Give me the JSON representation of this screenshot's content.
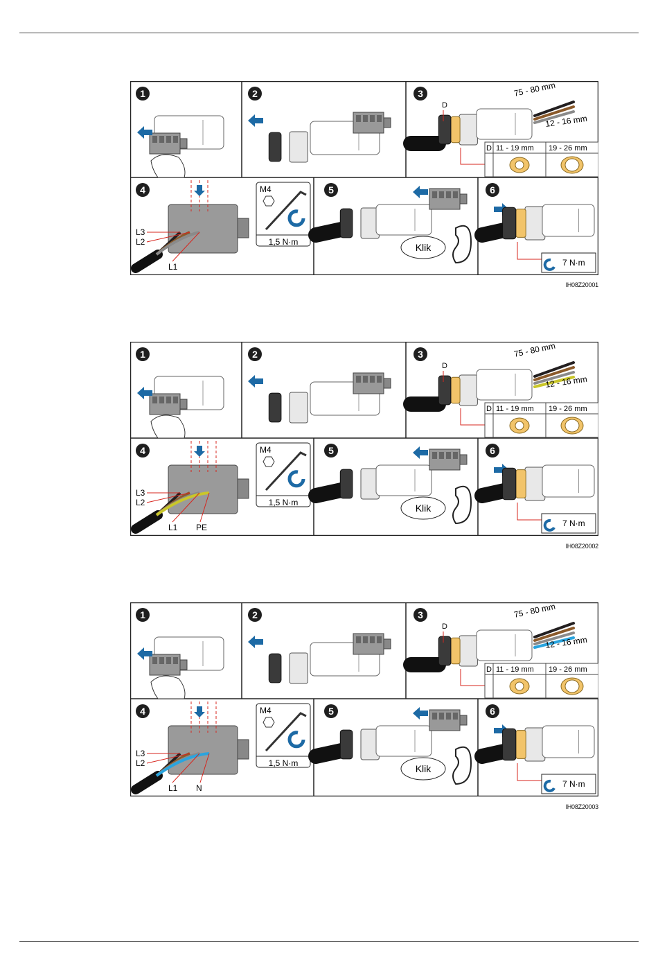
{
  "figures": [
    {
      "id": "IH08Z20001",
      "variant": "3-wire",
      "wire_colors": [
        "#231f20",
        "#8b5a2b",
        "#8a8a8a"
      ],
      "step_numbers": [
        "1",
        "2",
        "3",
        "4",
        "5",
        "6"
      ],
      "step3": {
        "d_label": "D",
        "strip_length": "75 - 80 mm",
        "wire_strip": "12 - 16 mm",
        "table_header_d": "D",
        "table_range_small": "11 - 19 mm",
        "table_range_large": "19 - 26 mm"
      },
      "step4": {
        "wire_labels": [
          "L3",
          "L2",
          "L1"
        ],
        "tool": "M4",
        "torque": "1,5 N·m"
      },
      "step5": {
        "sound": "Klik"
      },
      "step6": {
        "torque": "7 N·m"
      }
    },
    {
      "id": "IH08Z20002",
      "variant": "4-wire-pe",
      "wire_colors": [
        "#231f20",
        "#8b5a2b",
        "#8a8a8a",
        "#c9c62a"
      ],
      "step_numbers": [
        "1",
        "2",
        "3",
        "4",
        "5",
        "6"
      ],
      "step3": {
        "d_label": "D",
        "strip_length": "75 - 80 mm",
        "wire_strip": "12 - 16 mm",
        "table_header_d": "D",
        "table_range_small": "11 - 19 mm",
        "table_range_large": "19 - 26 mm"
      },
      "step4": {
        "wire_labels": [
          "L3",
          "L2",
          "L1",
          "PE"
        ],
        "tool": "M4",
        "torque": "1,5 N·m"
      },
      "step5": {
        "sound": "Klik"
      },
      "step6": {
        "torque": "7 N·m"
      }
    },
    {
      "id": "IH08Z20003",
      "variant": "4-wire-n",
      "wire_colors": [
        "#231f20",
        "#8b5a2b",
        "#8a8a8a",
        "#2aa4de"
      ],
      "step_numbers": [
        "1",
        "2",
        "3",
        "4",
        "5",
        "6"
      ],
      "step3": {
        "d_label": "D",
        "strip_length": "75 - 80 mm",
        "wire_strip": "12 - 16 mm",
        "table_header_d": "D",
        "table_range_small": "11 - 19 mm",
        "table_range_large": "19 - 26 mm"
      },
      "step4": {
        "wire_labels": [
          "L3",
          "L2",
          "L1",
          "N"
        ],
        "tool": "M4",
        "torque": "1,5 N·m"
      },
      "step5": {
        "sound": "Klik"
      },
      "step6": {
        "torque": "7 N·m"
      }
    }
  ],
  "colors": {
    "step_badge": "#1f1f1f",
    "arrow_blue": "#1d6aa5",
    "callout_red": "#d7261e",
    "ring_yellow": "#f2c46a",
    "torque_blue": "#1d6aa5"
  }
}
